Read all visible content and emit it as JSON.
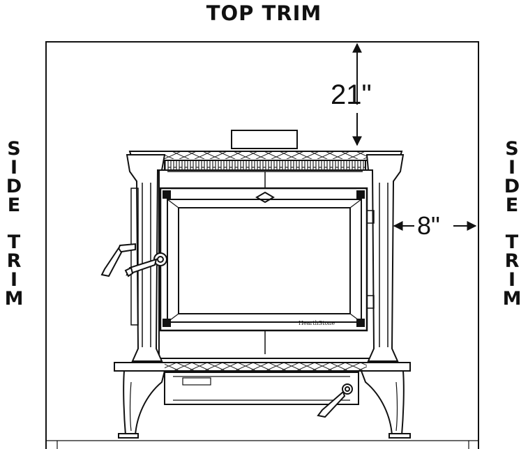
{
  "labels": {
    "top_trim": "TOP TRIM",
    "side_trim_left": [
      "S",
      "I",
      "D",
      "E",
      "T",
      "R",
      "I",
      "M"
    ],
    "side_trim_right": [
      "S",
      "I",
      "D",
      "E",
      "T",
      "R",
      "I",
      "M"
    ],
    "top_clearance": "21\"",
    "side_clearance": "8\"",
    "brand_mark": "HearthStone"
  }
}
